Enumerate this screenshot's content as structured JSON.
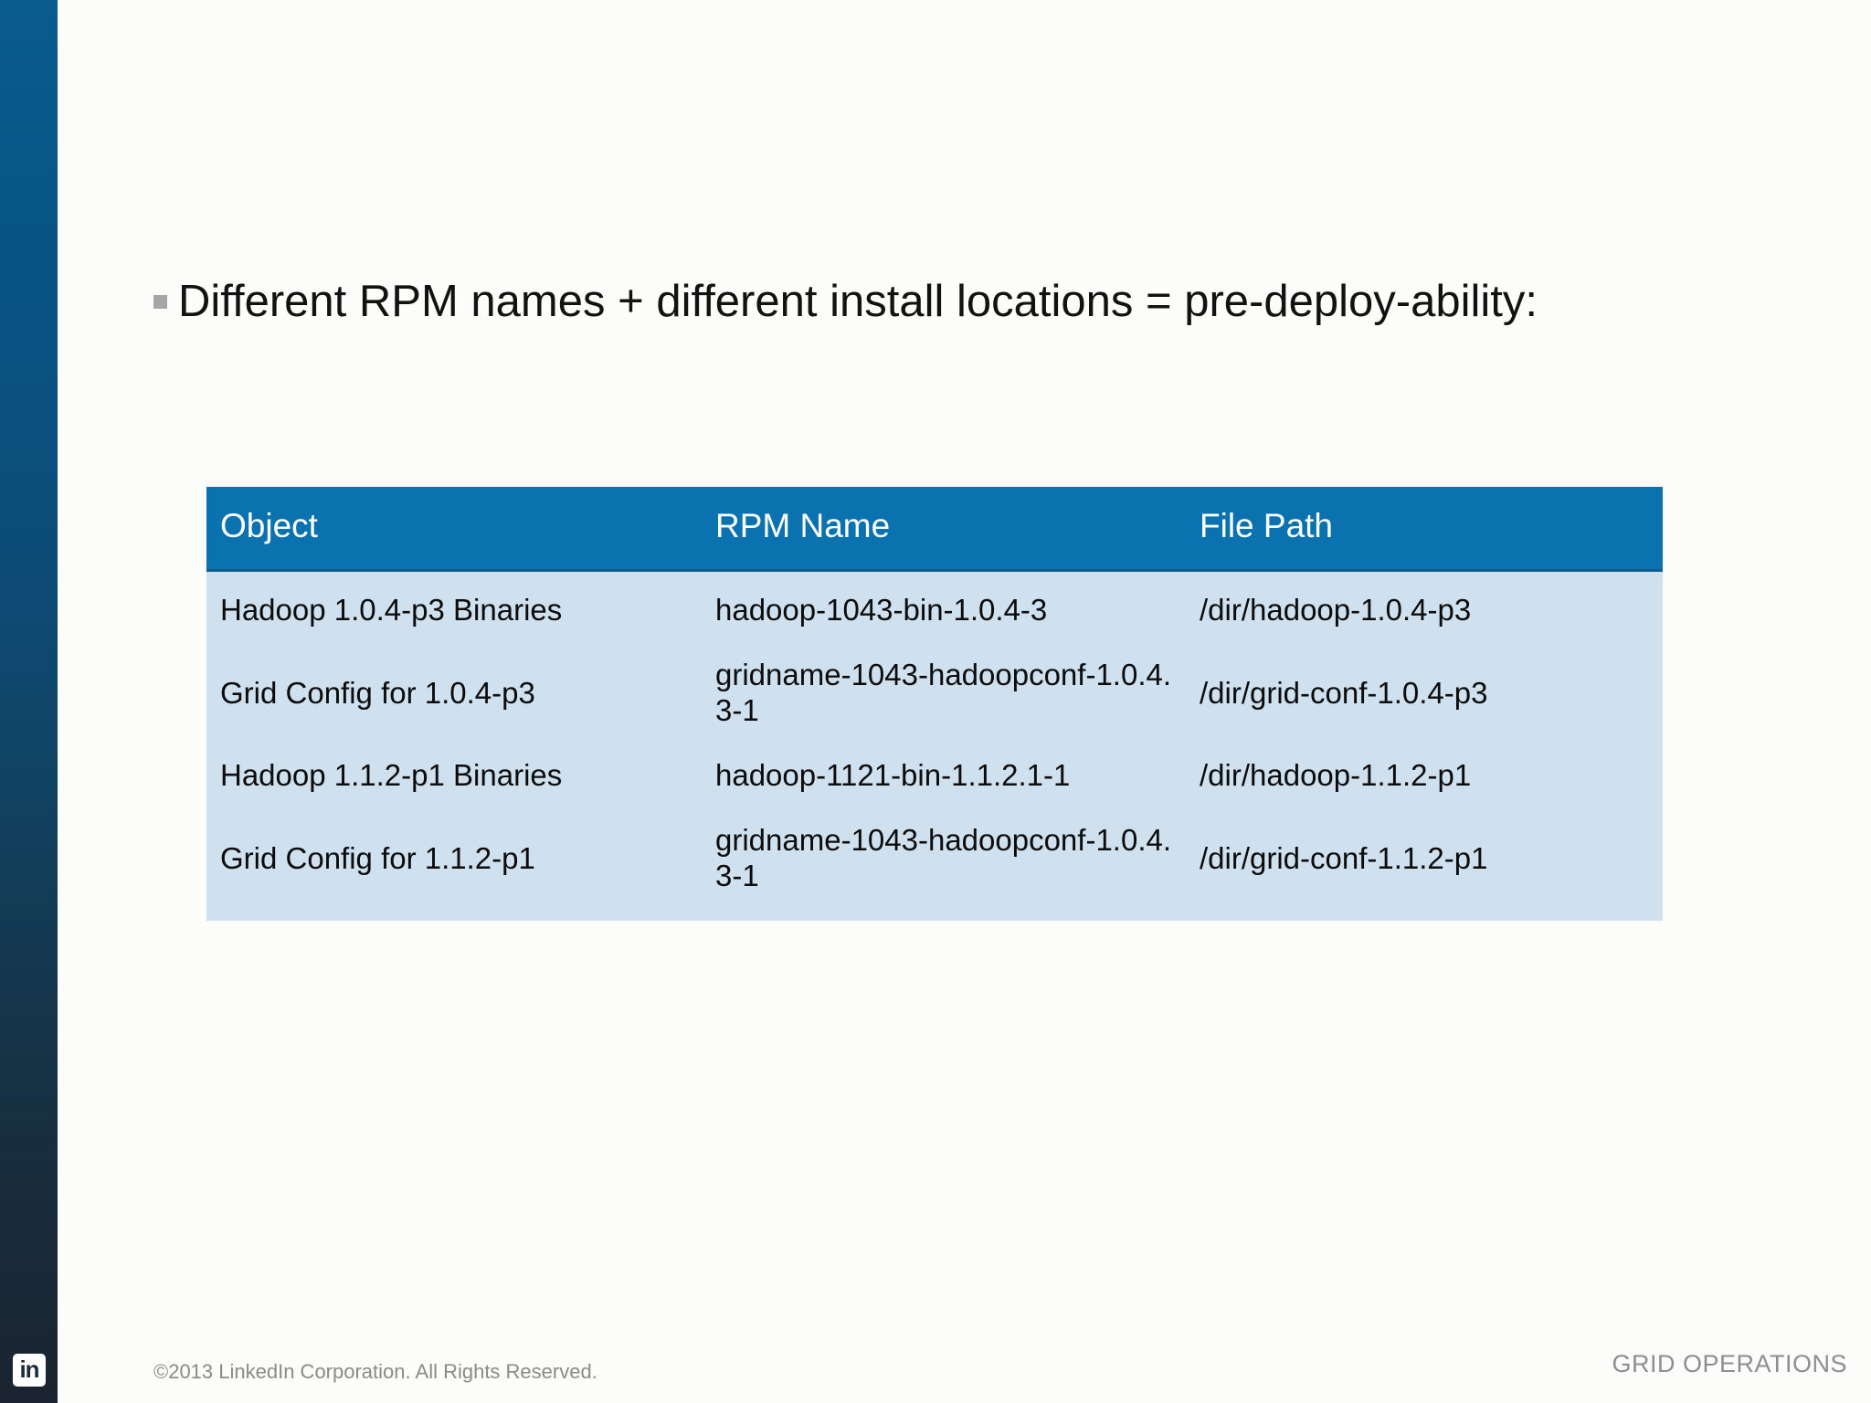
{
  "slide": {
    "background_color": "#fcfdfa",
    "bullet": {
      "marker_icon": "square-bullet-icon",
      "text": "Different RPM names + different install locations = pre-deploy-ability:"
    }
  },
  "sidebar": {
    "gradient_top_color": "#0a5b8e",
    "gradient_bottom_color": "#1b2430",
    "logo": {
      "icon": "linkedin-logo-icon",
      "text": "in"
    }
  },
  "table": {
    "header_color": "#0b72b0",
    "row_color": "#cfe0ee",
    "columns": [
      "Object",
      "RPM Name",
      "File Path"
    ],
    "rows": [
      {
        "object": "Hadoop 1.0.4-p3 Binaries",
        "rpm_name": "hadoop-1043-bin-1.0.4-3",
        "file_path": "/dir/hadoop-1.0.4-p3"
      },
      {
        "object": "Grid Config for 1.0.4-p3",
        "rpm_name": "gridname-1043-hadoopconf-1.0.4.3-1",
        "file_path": "/dir/grid-conf-1.0.4-p3"
      },
      {
        "object": "Hadoop 1.1.2-p1 Binaries",
        "rpm_name": "hadoop-1121-bin-1.1.2.1-1",
        "file_path": "/dir/hadoop-1.1.2-p1"
      },
      {
        "object": "Grid Config for 1.1.2-p1",
        "rpm_name": "gridname-1043-hadoopconf-1.0.4.3-1",
        "file_path": "/dir/grid-conf-1.1.2-p1"
      }
    ]
  },
  "footer": {
    "copyright": "©2013 LinkedIn Corporation. All Rights Reserved.",
    "deck_label": "GRID OPERATIONS"
  }
}
